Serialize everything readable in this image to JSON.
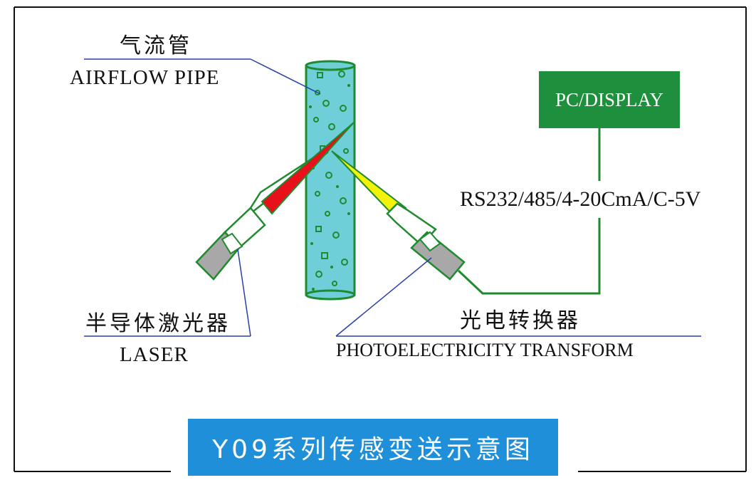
{
  "labels": {
    "pipe_cn": "气流管",
    "pipe_en": "AIRFLOW PIPE",
    "laser_cn": "半导体激光器",
    "laser_en": "LASER",
    "transformer_cn": "光电转换器",
    "transformer_en": "PHOTOELECTRICITY TRANSFORM",
    "pc_display": "PC/DISPLAY",
    "signal": "RS232/485/4-20CmA/C-5V"
  },
  "title": "Y09系列传感变送示意图",
  "colors": {
    "pipe_fill": "#6ecfd8",
    "pipe_outline": "#1f8a2e",
    "laser_beam": "#e8101a",
    "scatter_beam": "#f2f20a",
    "housing": "#a8a8a8",
    "pc_box": "#1e8f3c",
    "title_box": "#1e8fd8",
    "leader_line": "#2a3fa8",
    "wire": "#1f8a2e"
  }
}
